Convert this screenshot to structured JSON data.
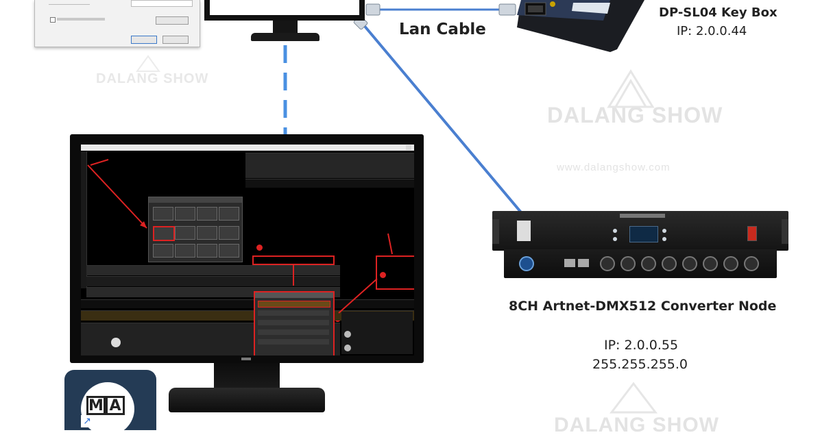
{
  "labels": {
    "key_box_name": "DP-SL04 Key Box",
    "key_box_ip": "IP: 2.0.0.44",
    "lan_cable": "Lan Cable",
    "node_name": "8CH Artnet-DMX512 Converter  Node",
    "node_ip": "IP: 2.0.0.55",
    "node_mask": "255.255.255.0"
  },
  "watermark": {
    "brand": "DALANG SHOW",
    "site": "www.dalangshow.com"
  },
  "logo": {
    "letters": [
      "M",
      "A"
    ]
  },
  "colors": {
    "cable_blue": "#4a7fd0",
    "dashed_blue": "#4a90e2",
    "annotation_red": "#dd2222",
    "ma_logo_bg": "#243b55"
  }
}
